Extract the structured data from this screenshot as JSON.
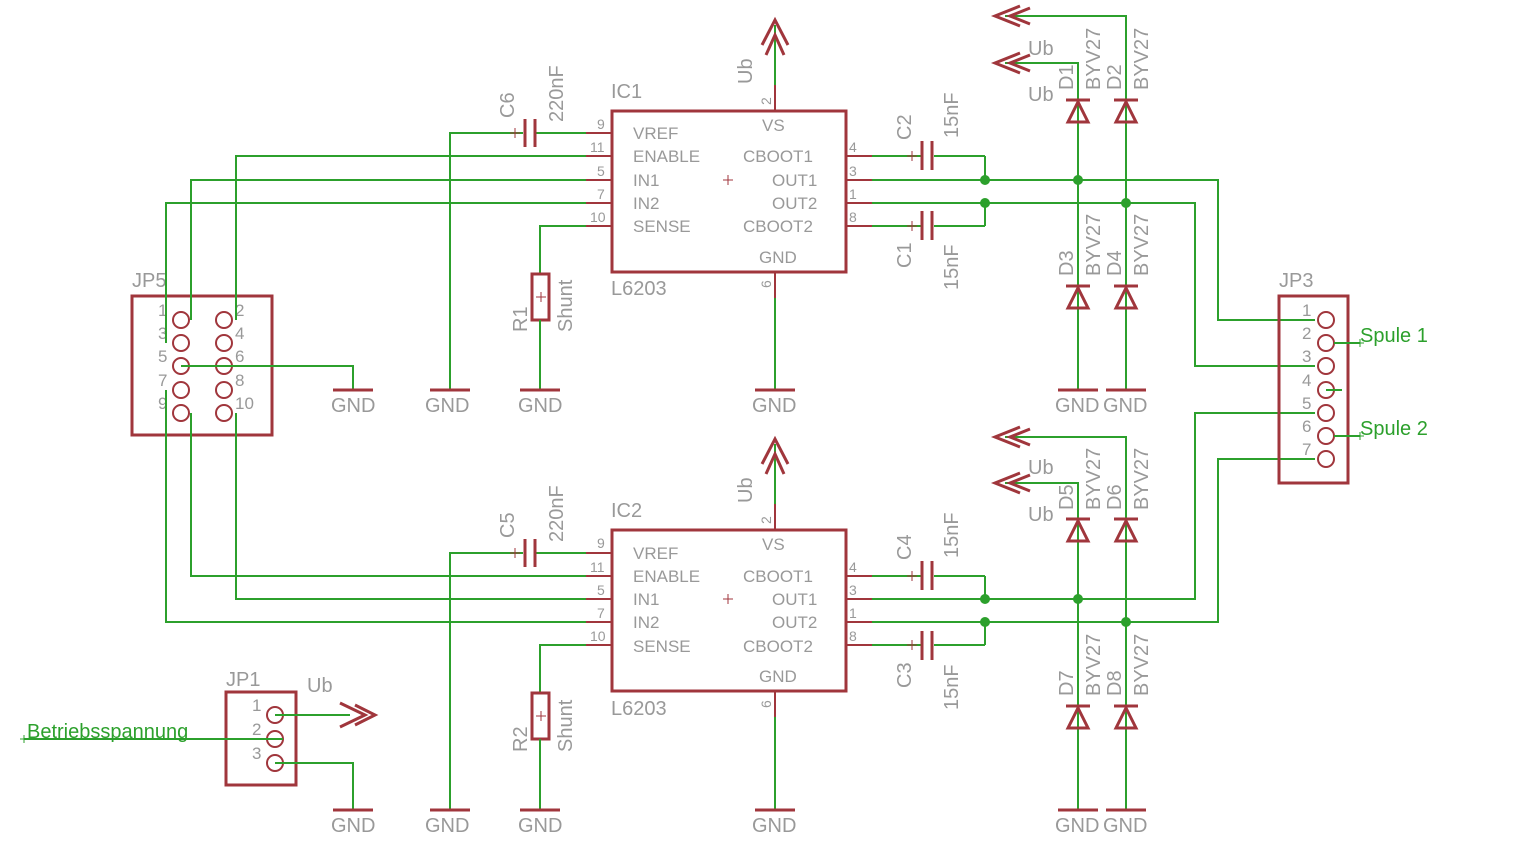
{
  "ics": [
    {
      "ref": "IC1",
      "part": "L6203",
      "vs": "2",
      "gnd_pin": "6",
      "left_pins": [
        {
          "num": "9",
          "name": "VREF"
        },
        {
          "num": "11",
          "name": "ENABLE"
        },
        {
          "num": "5",
          "name": "IN1"
        },
        {
          "num": "7",
          "name": "IN2"
        },
        {
          "num": "10",
          "name": "SENSE"
        }
      ],
      "right_pins": [
        {
          "num": "4",
          "name": "CBOOT1"
        },
        {
          "num": "3",
          "name": "OUT1"
        },
        {
          "num": "1",
          "name": "OUT2"
        },
        {
          "num": "8",
          "name": "CBOOT2"
        }
      ],
      "vs_label": "VS",
      "gnd_label": "GND"
    },
    {
      "ref": "IC2",
      "part": "L6203",
      "vs": "2",
      "gnd_pin": "6",
      "left_pins": [
        {
          "num": "9",
          "name": "VREF"
        },
        {
          "num": "11",
          "name": "ENABLE"
        },
        {
          "num": "5",
          "name": "IN1"
        },
        {
          "num": "7",
          "name": "IN2"
        },
        {
          "num": "10",
          "name": "SENSE"
        }
      ],
      "right_pins": [
        {
          "num": "4",
          "name": "CBOOT1"
        },
        {
          "num": "3",
          "name": "OUT1"
        },
        {
          "num": "1",
          "name": "OUT2"
        },
        {
          "num": "8",
          "name": "CBOOT2"
        }
      ],
      "vs_label": "VS",
      "gnd_label": "GND"
    }
  ],
  "caps": {
    "c6": {
      "ref": "C6",
      "val": "220nF"
    },
    "c5": {
      "ref": "C5",
      "val": "220nF"
    },
    "c2": {
      "ref": "C2",
      "val": "15nF"
    },
    "c1": {
      "ref": "C1",
      "val": "15nF"
    },
    "c4": {
      "ref": "C4",
      "val": "15nF"
    },
    "c3": {
      "ref": "C3",
      "val": "15nF"
    }
  },
  "resistors": {
    "r1": {
      "ref": "R1",
      "val": "Shunt"
    },
    "r2": {
      "ref": "R2",
      "val": "Shunt"
    }
  },
  "diodes": {
    "d1": {
      "ref": "D1",
      "val": "BYV27"
    },
    "d2": {
      "ref": "D2",
      "val": "BYV27"
    },
    "d3": {
      "ref": "D3",
      "val": "BYV27"
    },
    "d4": {
      "ref": "D4",
      "val": "BYV27"
    },
    "d5": {
      "ref": "D5",
      "val": "BYV27"
    },
    "d6": {
      "ref": "D6",
      "val": "BYV27"
    },
    "d7": {
      "ref": "D7",
      "val": "BYV27"
    },
    "d8": {
      "ref": "D8",
      "val": "BYV27"
    }
  },
  "jp5": {
    "ref": "JP5",
    "pins": [
      "1",
      "2",
      "3",
      "4",
      "5",
      "6",
      "7",
      "8",
      "9",
      "10"
    ]
  },
  "jp3": {
    "ref": "JP3",
    "pins": [
      "1",
      "2",
      "3",
      "4",
      "5",
      "6",
      "7"
    ],
    "spule1": "Spule 1",
    "spule2": "Spule 2"
  },
  "jp1": {
    "ref": "JP1",
    "pins": [
      "1",
      "2",
      "3"
    ],
    "label": "Betriebsspannung"
  },
  "supply": "Ub",
  "gnd": "GND",
  "colors": {
    "wire": "#2ca02c",
    "symbol": "#a0363c",
    "text": "#999999"
  }
}
